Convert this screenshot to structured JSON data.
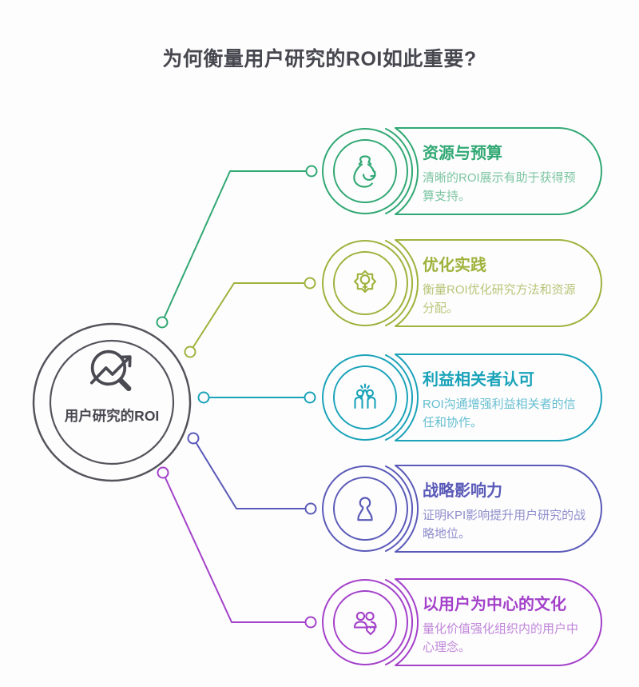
{
  "title": "为何衡量用户研究的ROI如此重要?",
  "hub": {
    "label": "用户研究的ROI",
    "icon": "search-trend-icon"
  },
  "colors": {
    "title_text": "#47474f",
    "hub_stroke": "#54545c",
    "hub_icon": "#4a4a52",
    "dot_fill": "#fdfdfe"
  },
  "items": [
    {
      "title": "资源与预算",
      "description": "清晰的ROI展示有助于获得预算支持。",
      "icon": "money-bag-refresh-icon",
      "color": "#31a873",
      "desc_color": "#7cc5a1"
    },
    {
      "title": "优化实践",
      "description": "衡量ROI优化研究方法和资源分配。",
      "icon": "gear-bulb-icon",
      "color": "#a0b23c",
      "desc_color": "#b9c578"
    },
    {
      "title": "利益相关者认可",
      "description": "ROI沟通增强利益相关者的信任和协作。",
      "icon": "high-five-icon",
      "color": "#1ba3b9",
      "desc_color": "#66bfd0"
    },
    {
      "title": "战略影响力",
      "description": "证明KPI影响提升用户研究的战略地位。",
      "icon": "chess-pawn-icon",
      "color": "#5a5ab8",
      "desc_color": "#908fcc"
    },
    {
      "title": "以用户为中心的文化",
      "description": "量化价值强化组织内的用户中心理念。",
      "icon": "people-heart-icon",
      "color": "#a341c9",
      "desc_color": "#bf85d8"
    }
  ]
}
